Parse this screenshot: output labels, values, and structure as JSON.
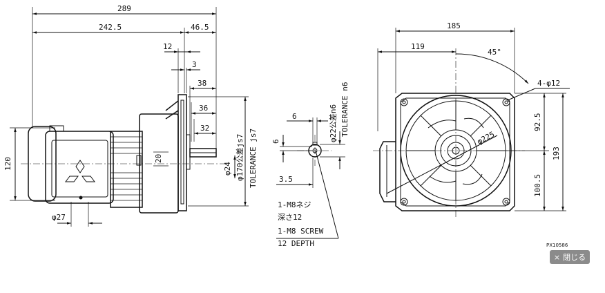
{
  "drawing": {
    "code": "PX10586",
    "side_view_dims": {
      "overall_length": "289",
      "length_242_5": "242.5",
      "length_46_5": "46.5",
      "dim_12": "12",
      "dim_3": "3",
      "dim_38": "38",
      "dim_36": "36",
      "dim_32": "32",
      "height_120": "120",
      "dim_20": "20",
      "shaft_dia_24": "φ24",
      "conduit_dia_27": "φ27",
      "pilot_dia": "φ170公差js7",
      "pilot_tolerance_en": "TOLERANCE js7"
    },
    "shaft_end_dims": {
      "dim_6_width": "6",
      "dim_6_height": "6",
      "dim_3_5": "3.5",
      "shaft_dia": "φ22公差n6",
      "shaft_tolerance_en": "TOLERANCE n6",
      "screw_jp": "1-M8ネジ",
      "depth_jp": "深さ12",
      "screw_en": "1-M8 SCREW",
      "depth_en": "12 DEPTH"
    },
    "front_view_dims": {
      "width_185": "185",
      "dim_119": "119",
      "angle_45": "45°",
      "holes": "4-φ12",
      "pcd_225": "φ225",
      "dim_92_5": "92.5",
      "dim_193": "193",
      "dim_100_5": "100.5"
    }
  },
  "ui": {
    "close_label": "閉じる",
    "close_icon": "×"
  }
}
